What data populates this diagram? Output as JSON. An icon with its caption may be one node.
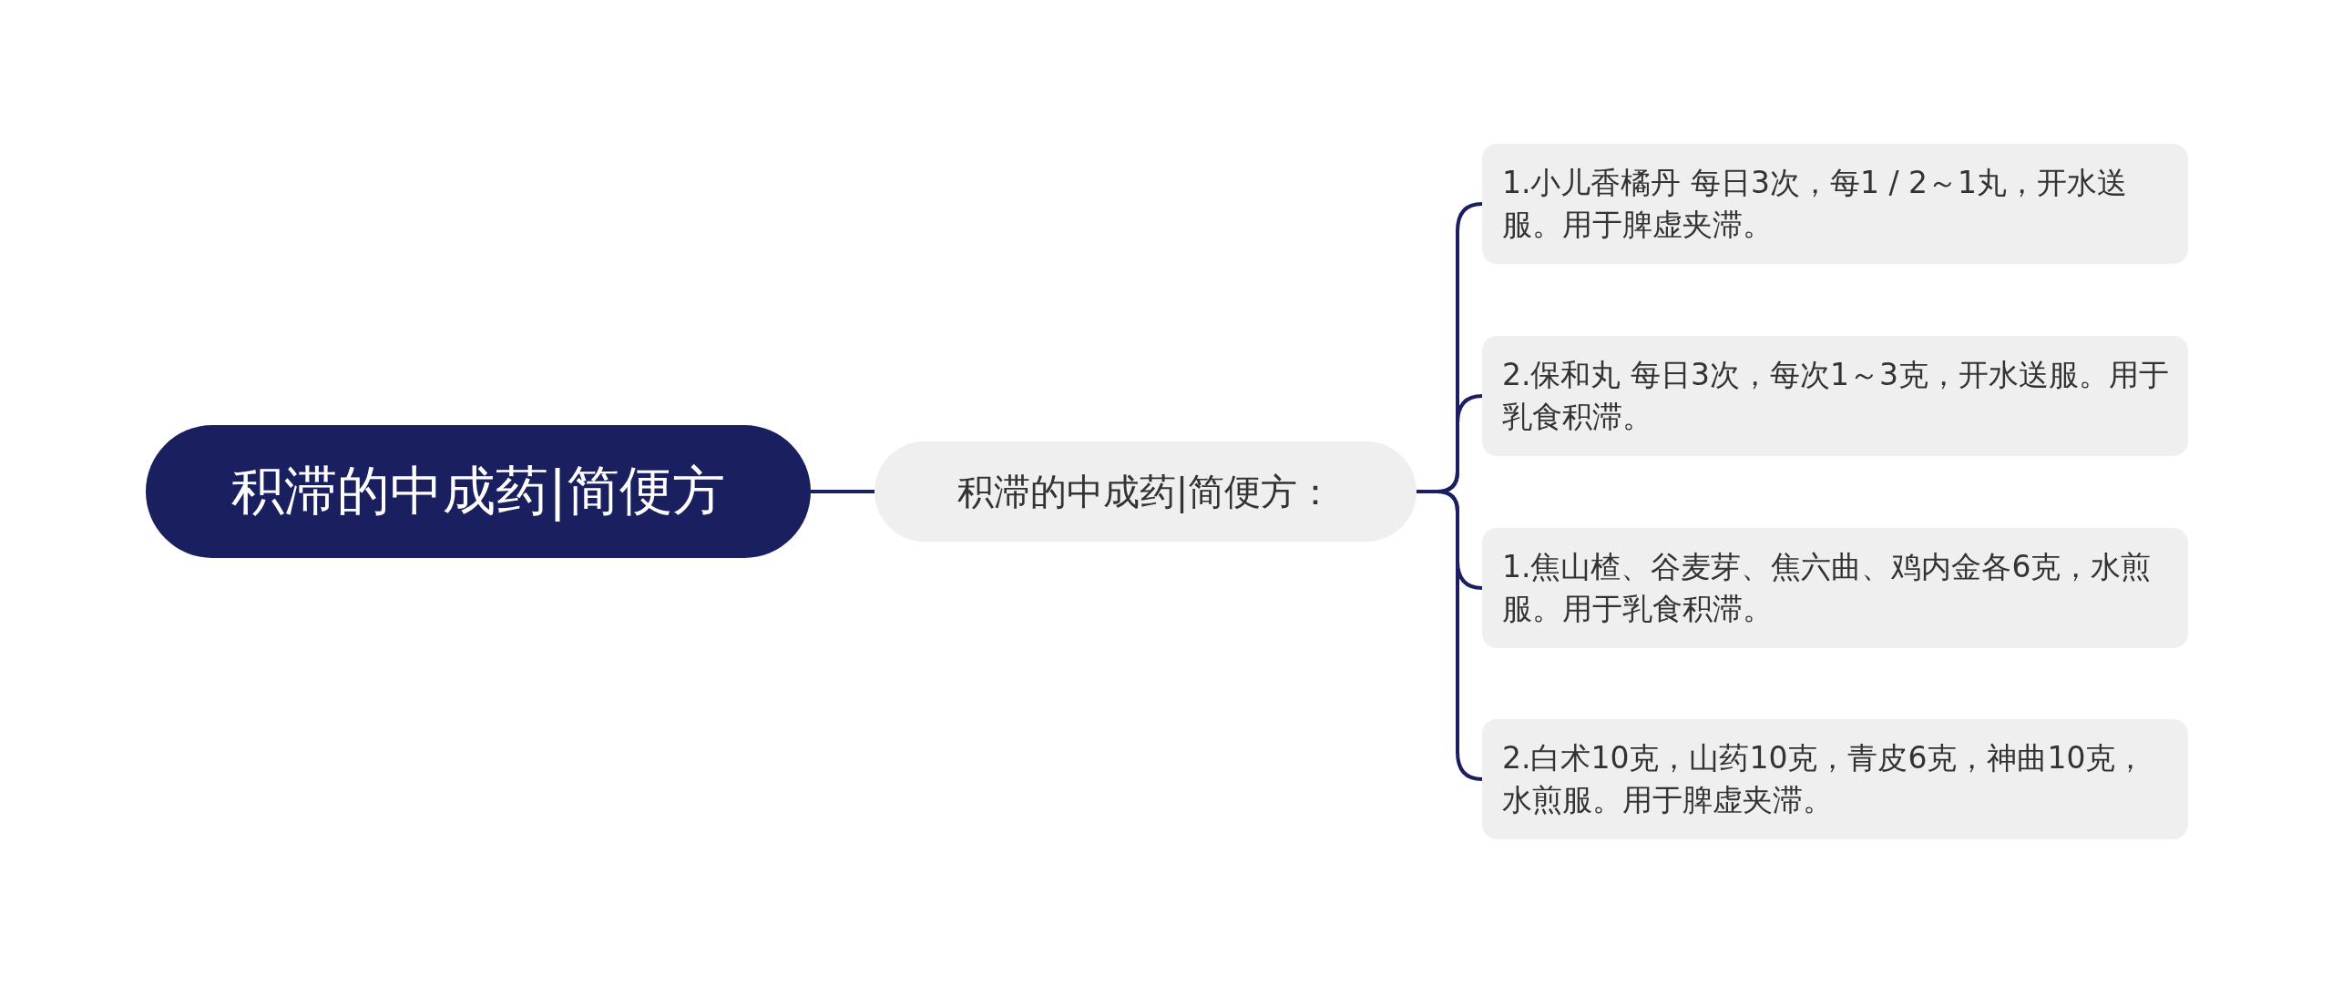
{
  "diagram": {
    "nodes": [
      {
        "text": [
          "积滞的中成药|简便方"
        ]
      },
      {
        "text": [
          "积滞的中成药|简便方："
        ]
      },
      {
        "text": [
          "1.小儿香橘丹 每日3次，每1 / 2～1丸，开水送服。用于脾虚夹滞。"
        ]
      },
      {
        "text": [
          "2.保和丸 每日3次，每次1～3克，开水送服。用于乳食积滞。"
        ]
      },
      {
        "text": [
          "1.焦山楂、谷麦芽、焦六曲、鸡内金各6克，水煎服。用于乳食积滞。"
        ]
      },
      {
        "text": [
          "2.白术10克，山药10克，青皮6克，神曲10克，水煎服。用于脾虚夹滞。"
        ]
      }
    ],
    "edges": [
      {
        "from": 0,
        "to": 1,
        "arrow": "none"
      },
      {
        "from": 1,
        "to": 2,
        "arrow": "none"
      },
      {
        "from": 1,
        "to": 3,
        "arrow": "none"
      },
      {
        "from": 1,
        "to": 4,
        "arrow": "none"
      },
      {
        "from": 1,
        "to": 5,
        "arrow": "none"
      }
    ]
  }
}
